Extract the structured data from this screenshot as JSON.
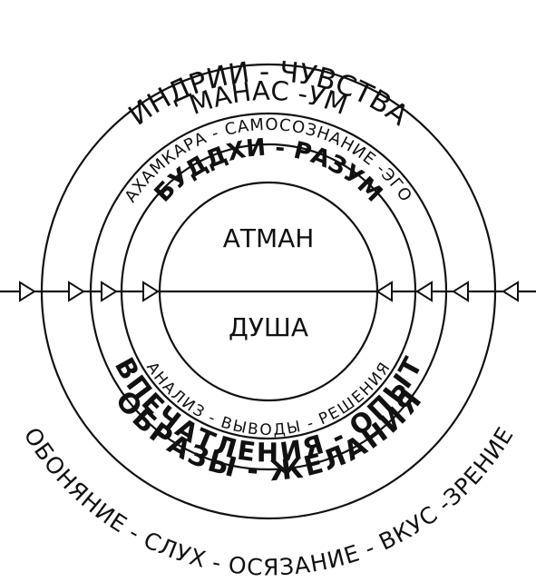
{
  "diagram": {
    "senses_label": "ИНДРИИ - ЧУВСТВА",
    "manas_label": "МАНАС -УМ",
    "ahamkara_label": "АХАМКАРА - САМОСОЗНАНИЕ -ЭГО",
    "buddhi_label": "БУДДХИ - РАЗУМ",
    "atman_label": "АТМАН",
    "soul_label": "ДУША",
    "buddhi_functions_label": "АНАЛИЗ - ВЫВОДЫ - РЕШЕНИЯ",
    "impressions_label": "ВПЕЧАТЛЕНИЯ - ОПЫТ",
    "images_label": "ОБРАЗЫ - ЖЕЛАНИЯ",
    "sense_organs_label": "ОБОНЯНИЕ - СЛУХ - ОСЯЗАНИЕ - ВКУС -ЗРЕНИЕ"
  }
}
